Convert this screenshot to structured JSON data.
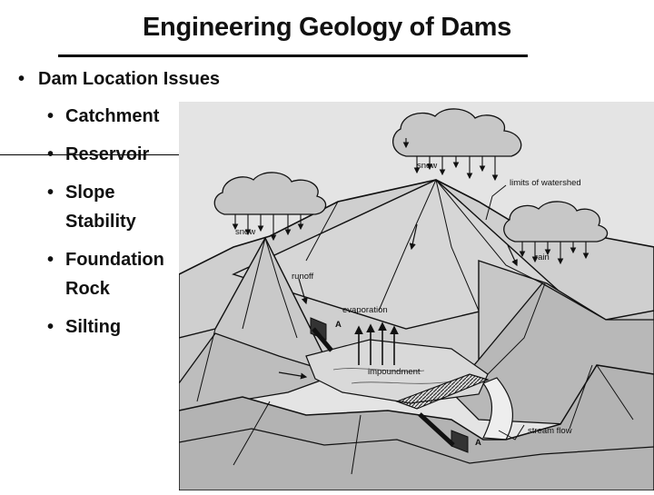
{
  "slide": {
    "title": "Engineering Geology of Dams",
    "bullet": "Dam Location Issues",
    "subbullets": [
      "Catchment",
      "Reservoir",
      "Slope Stability",
      "Foundation Rock",
      "Silting"
    ]
  },
  "diagram": {
    "labels": {
      "snow_right": "snow",
      "snow_left": "snow",
      "rain": "rain",
      "watershed": "limits of watershed",
      "runoff": "runoff",
      "evaporation": "evaporation",
      "impoundment": "impoundment",
      "section_a_top": "A",
      "section_a_bottom": "A",
      "stream_flow": "stream flow"
    }
  }
}
